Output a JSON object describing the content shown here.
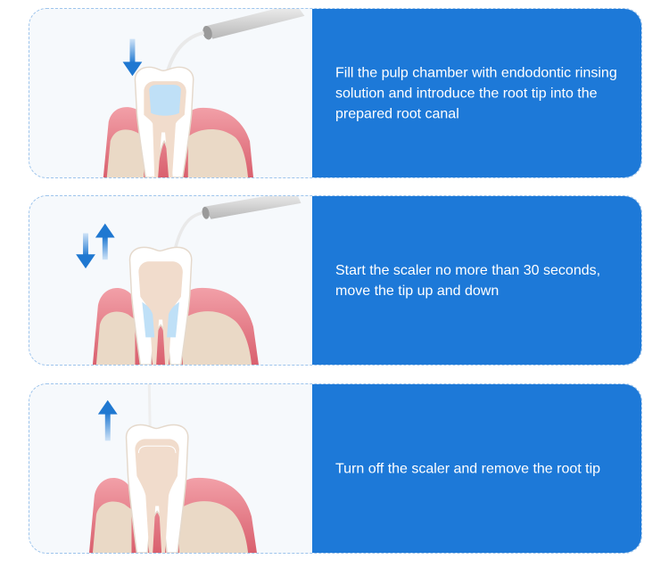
{
  "steps": [
    {
      "text": "Fill the pulp chamber with endodontic rinsing solution and introduce the root tip into the prepared root canal",
      "arrow": "down-arrow-icon"
    },
    {
      "text": "Start the scaler no more than 30 seconds, move the tip up and down",
      "arrow": "up-down-arrows-icon"
    },
    {
      "text": "Turn off the scaler and remove the root tip",
      "arrow": "up-arrow-icon"
    }
  ],
  "colors": {
    "panel": "#1d79d8",
    "border": "#9dc4ec",
    "gum": "#e7828d",
    "bone": "#ead9c6",
    "arrow": "#1f78d1",
    "fluid": "#bfe0f7"
  }
}
